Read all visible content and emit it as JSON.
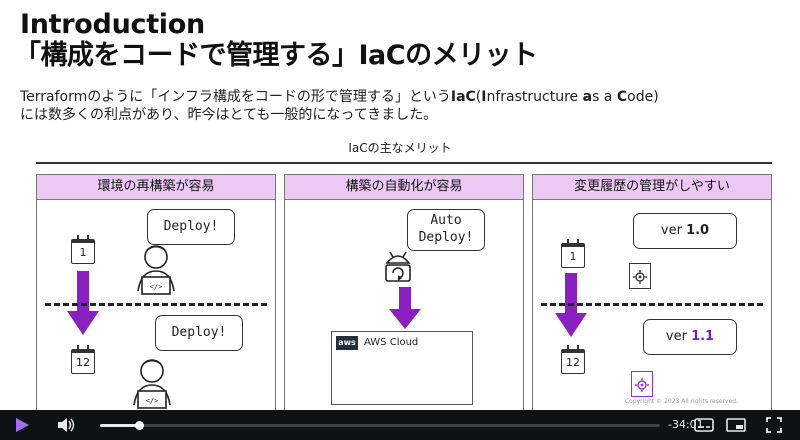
{
  "slide": {
    "title_line1": "Introduction",
    "title_line2": "「構成をコードで管理する」IaCのメリット",
    "intro_line1_pre": "Terraformのように「インフラ構成をコードの形で管理する」という",
    "intro_line1_bold": "IaC",
    "intro_line1_paren_open": "(",
    "intro_I": "I",
    "intro_nfrastructure": "nfrastructure ",
    "intro_a": "a",
    "intro_s_a": "s a ",
    "intro_C": "C",
    "intro_ode": "ode)",
    "intro_line2": "には数多くの利点があり、昨今はとても一般的になってきました。",
    "merits_heading": "IaCの主なメリット",
    "panel1": {
      "header": "環境の再構築が容易",
      "bubble_top": "Deploy!",
      "bubble_bottom": "Deploy!",
      "calendar_top": "1",
      "calendar_bottom": "12",
      "icons": [
        "calendar-icon",
        "developer-laptop-icon",
        "down-arrow-icon"
      ]
    },
    "panel2": {
      "header": "構築の自動化が容易",
      "bubble": "Auto\nDeploy!",
      "aws_logo": "aws",
      "aws_label": "AWS Cloud",
      "icons": [
        "robot-icon",
        "down-arrow-icon",
        "aws-logo-icon"
      ]
    },
    "panel3": {
      "header": "変更履歴の管理がしやすい",
      "ver_top_prefix": "ver ",
      "ver_top_number": "1.0",
      "ver_bottom_prefix": "ver ",
      "ver_bottom_number": "1.1",
      "calendar_top": "1",
      "calendar_bottom": "12",
      "icons": [
        "config-document-icon",
        "down-arrow-icon"
      ]
    },
    "copyright": "Copyright © 2023 All rights reserved.",
    "accent_purple": "#8a1fc2",
    "header_lavender": "#ecc9f4"
  },
  "player": {
    "time_remaining": "-34:01",
    "progress": 0.07,
    "accent_play": "#a56cf0",
    "icons": [
      "play-icon",
      "volume-icon",
      "captions-icon",
      "pip-icon",
      "fullscreen-icon"
    ]
  }
}
